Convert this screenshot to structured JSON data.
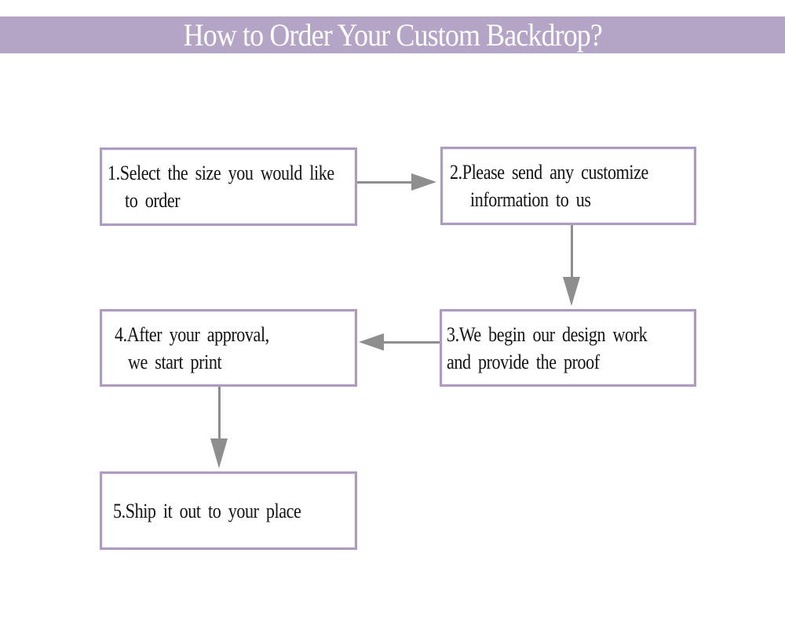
{
  "header": {
    "title": "How to Order Your Custom Backdrop?"
  },
  "steps": [
    {
      "number": 1,
      "lines": [
        "1.Select the size you would like",
        "to order"
      ]
    },
    {
      "number": 2,
      "lines": [
        "2.Please send any customize",
        "information to us"
      ]
    },
    {
      "number": 3,
      "lines": [
        "3.We begin our design work",
        "and provide the proof"
      ]
    },
    {
      "number": 4,
      "lines": [
        "4.After your approval,",
        "we start print"
      ]
    },
    {
      "number": 5,
      "lines": [
        "5.Ship it out to your place"
      ]
    }
  ],
  "connectors": [
    {
      "from": 1,
      "to": 2,
      "direction": "right"
    },
    {
      "from": 2,
      "to": 3,
      "direction": "down"
    },
    {
      "from": 3,
      "to": 4,
      "direction": "left"
    },
    {
      "from": 4,
      "to": 5,
      "direction": "down"
    }
  ],
  "colors": {
    "banner_background": "#b4a5c6",
    "banner_text": "#fdfdfd",
    "box_border": "#ad9cc0",
    "box_background": "#ffffff",
    "arrow": "#8e8e8e",
    "step_text": "#141414",
    "page_background": "#ffffff"
  }
}
